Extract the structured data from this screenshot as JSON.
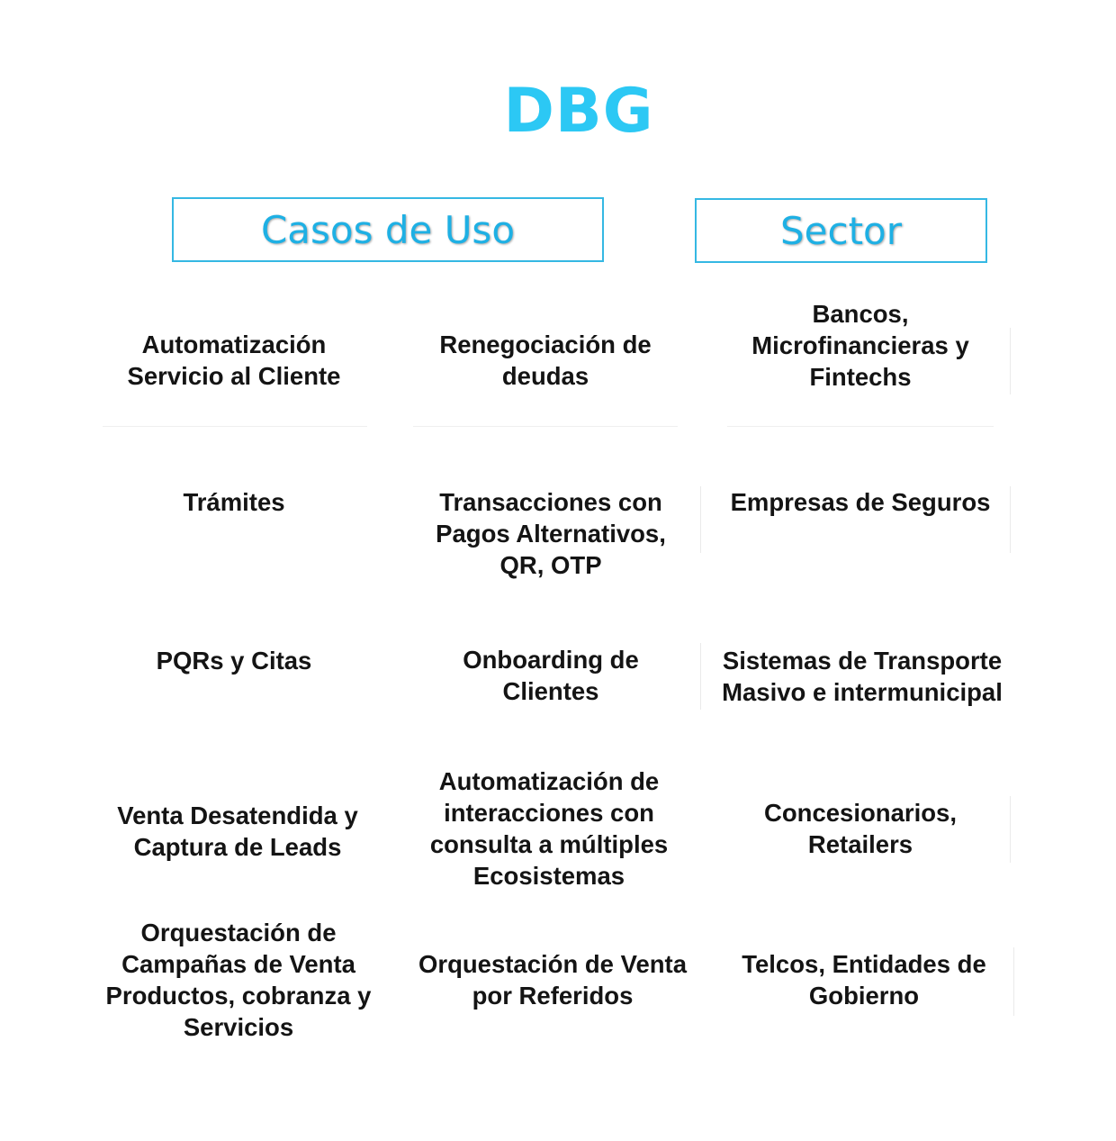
{
  "brand": {
    "logo_text": "DBG",
    "accent_color": "#2cc8f4"
  },
  "headers": {
    "use_cases": "Casos de Uso",
    "sector": "Sector"
  },
  "grid": {
    "rows": [
      {
        "col1": "Automatización Servicio al Cliente",
        "col2": "Renegociación de deudas",
        "sector": "Bancos, Microfinancieras y Fintechs"
      },
      {
        "col1": "Trámites",
        "col2": "Transacciones con Pagos Alternativos, QR, OTP",
        "sector": "Empresas de Seguros"
      },
      {
        "col1": "PQRs y Citas",
        "col2": "Onboarding de Clientes",
        "sector": "Sistemas de Transporte Masivo e intermunicipal"
      },
      {
        "col1": "Venta Desatendida y Captura de Leads",
        "col2": "Automatización de interacciones con consulta a múltiples Ecosistemas",
        "sector": "Concesionarios, Retailers"
      },
      {
        "col1": "Orquestación de Campañas de Venta Productos, cobranza y Servicios",
        "col2": "Orquestación de Venta por Referidos",
        "sector": "Telcos, Entidades de Gobierno"
      }
    ]
  }
}
